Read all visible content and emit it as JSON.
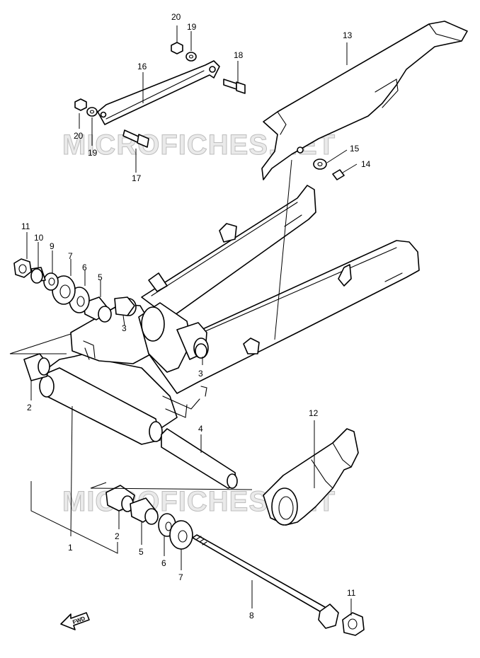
{
  "watermark": "MICROFICHES.NET",
  "fwd_label": "FWD",
  "callouts": {
    "c20_top": "20",
    "c19_top": "19",
    "c18": "18",
    "c16": "16",
    "c13": "13",
    "c20_left": "20",
    "c19_left": "19",
    "c17": "17",
    "c15": "15",
    "c14": "14",
    "c11_top": "11",
    "c10": "10",
    "c9": "9",
    "c7_top": "7",
    "c6_top": "6",
    "c5_top": "5",
    "c3_a": "3",
    "c3_b": "3",
    "c2_top": "2",
    "c4": "4",
    "c12": "12",
    "c2_bot": "2",
    "c5_bot": "5",
    "c6_bot": "6",
    "c7_bot": "7",
    "c1": "1",
    "c8": "8",
    "c11_bot": "11"
  },
  "colors": {
    "line": "#000000",
    "watermark": "#d9d9d9",
    "background": "#ffffff"
  }
}
